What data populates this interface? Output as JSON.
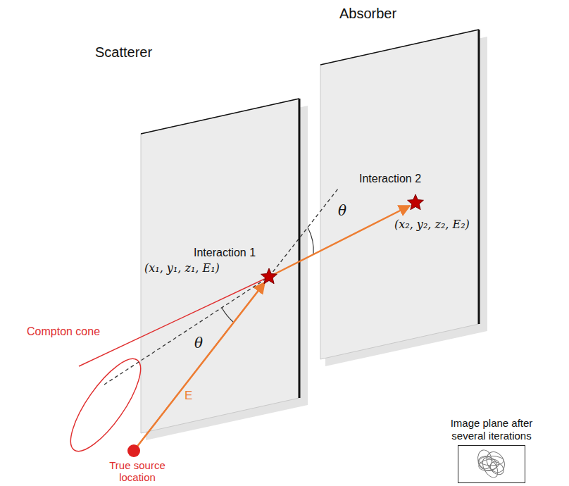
{
  "diagram": {
    "nodes": [
      {
        "text": [
          "Image plane after several iterations"
        ]
      }
    ],
    "labels": [
      "Absorber",
      "Scatterer",
      "Interaction 2",
      "(x₂, y₂, z₂, E₂)",
      "θ",
      "Interaction 1",
      "(x₁, y₁, z₁, E₁)",
      "θ",
      "Compton cone",
      "E",
      "True source location"
    ]
  }
}
